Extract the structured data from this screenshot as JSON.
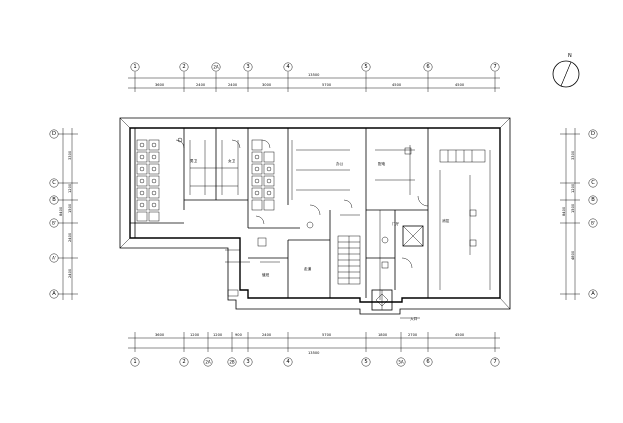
{
  "drawing": {
    "north_label": "N",
    "top_axes": [
      "1",
      "2",
      "2A",
      "3",
      "4",
      "5",
      "6",
      "7"
    ],
    "bottom_axes": [
      "1",
      "2",
      "2A",
      "2B",
      "3",
      "4",
      "5",
      "5A",
      "6",
      "7"
    ],
    "left_axes": [
      "D",
      "C",
      "B",
      "B'",
      "A'",
      "A"
    ],
    "right_axes": [
      "D",
      "C",
      "B",
      "B'",
      "A"
    ],
    "rooms": {
      "r1": "男卫",
      "r2": "女卫",
      "r3": "办公",
      "r4": "配电",
      "r5": "消控",
      "r6": "门厅",
      "r7": "走道",
      "r8": "值班"
    }
  }
}
